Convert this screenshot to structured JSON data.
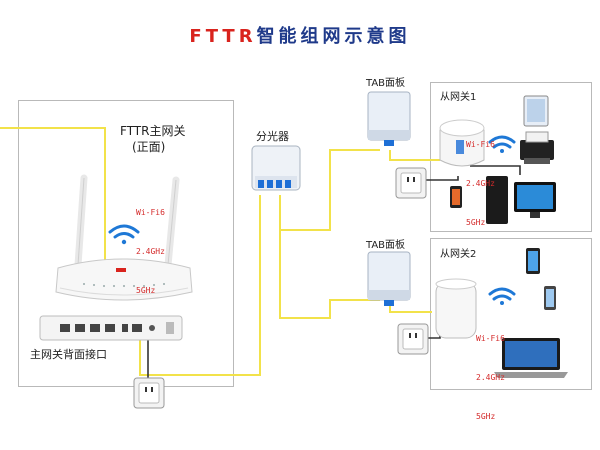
{
  "title": {
    "latin": "FTTR",
    "cjk": "智能组网示意图"
  },
  "main_gateway": {
    "name": "FTTR主网关",
    "sub": "(正面)",
    "back_label": "主网关背面接口"
  },
  "splitter": {
    "label": "分光器"
  },
  "tab_panels": [
    {
      "label": "TAB面板"
    },
    {
      "label": "TAB面板"
    }
  ],
  "sub_gateways": [
    {
      "label": "从网关1"
    },
    {
      "label": "从网关2"
    }
  ],
  "wifi_badge": {
    "line1": "Wi-Fi6",
    "line2": "2.4GHz",
    "line3": "5GHz"
  },
  "colors": {
    "fiber": "#f2e24a",
    "cable": "#333333",
    "wifi": "#1e78d6",
    "accent": "#d9231d",
    "title": "#1f3a8a"
  }
}
